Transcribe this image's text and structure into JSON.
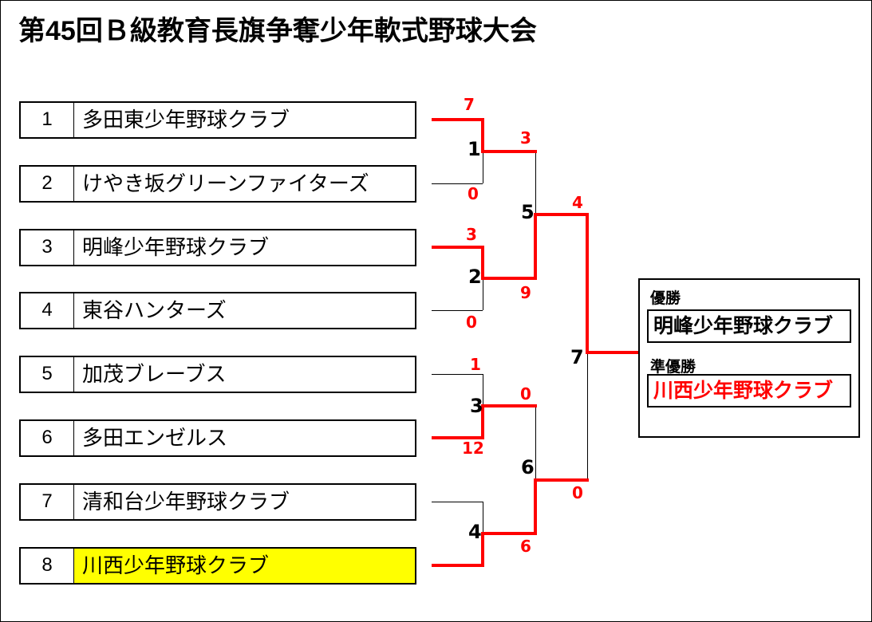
{
  "title": "第45回Ｂ級教育長旗争奪少年軟式野球大会",
  "teams": [
    {
      "seed": "1",
      "name": "多田東少年野球クラブ",
      "highlighted": false
    },
    {
      "seed": "2",
      "name": "けやき坂グリーンファイターズ",
      "highlighted": false
    },
    {
      "seed": "3",
      "name": "明峰少年野球クラブ",
      "highlighted": false
    },
    {
      "seed": "4",
      "name": "東谷ハンターズ",
      "highlighted": false
    },
    {
      "seed": "5",
      "name": "加茂ブレーブス",
      "highlighted": false
    },
    {
      "seed": "6",
      "name": "多田エンゼルス",
      "highlighted": false
    },
    {
      "seed": "7",
      "name": "清和台少年野球クラブ",
      "highlighted": false
    },
    {
      "seed": "8",
      "name": "川西少年野球クラブ",
      "highlighted": true
    }
  ],
  "matches": {
    "m1": {
      "number": "1",
      "top_score": "7",
      "bottom_score": "0"
    },
    "m2": {
      "number": "2",
      "top_score": "3",
      "bottom_score": "0"
    },
    "m3": {
      "number": "3",
      "top_score": "1",
      "bottom_score": "12"
    },
    "m4": {
      "number": "4"
    },
    "m5": {
      "number": "5",
      "top_score": "3",
      "bottom_score": "9"
    },
    "m6": {
      "number": "6",
      "top_score": "0",
      "bottom_score": "6"
    },
    "m7": {
      "number": "7",
      "top_score": "4",
      "bottom_score": "0"
    }
  },
  "results": {
    "champion_label": "優勝",
    "champion_name": "明峰少年野球クラブ",
    "runner_up_label": "準優勝",
    "runner_up_name": "川西少年野球クラブ"
  },
  "colors": {
    "winner_path_red": "#ff0000",
    "highlight_yellow": "#ffff00",
    "line_black": "#000000"
  }
}
